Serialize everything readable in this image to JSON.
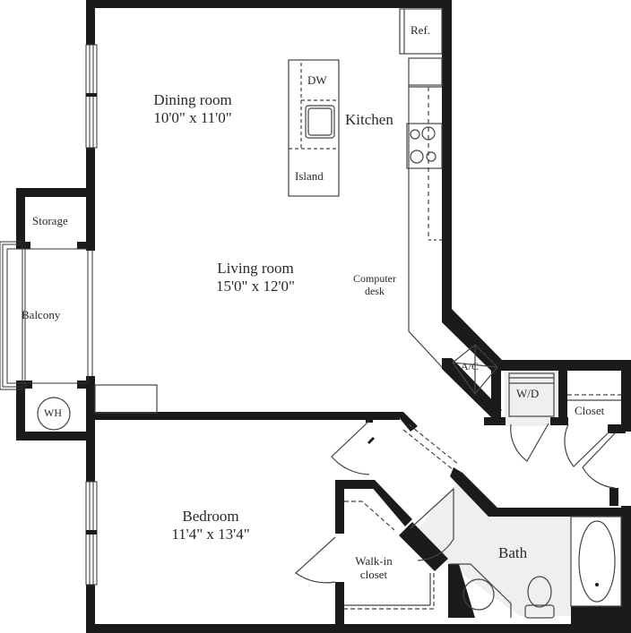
{
  "plan": {
    "colors": {
      "wall": "#1c1a1b",
      "fixture": "#444444",
      "wet_floor": "#efefef",
      "background": "#ffffff"
    },
    "rooms": {
      "dining": {
        "name": "Dining room",
        "dims": "10'0\" x 11'0\""
      },
      "living": {
        "name": "Living room",
        "dims": "15'0\" x 12'0\""
      },
      "bedroom": {
        "name": "Bedroom",
        "dims": "11'4\" x 13'4\""
      },
      "kitchen": {
        "name": "Kitchen"
      },
      "bath": {
        "name": "Bath"
      },
      "balcony": {
        "name": "Balcony"
      },
      "storage": {
        "name": "Storage"
      },
      "walkin": {
        "name_line1": "Walk-in",
        "name_line2": "closet"
      },
      "closet": {
        "name": "Closet"
      }
    },
    "fixtures": {
      "refrigerator": "Ref.",
      "dishwasher": "DW",
      "island": "Island",
      "computer_desk_line1": "Computer",
      "computer_desk_line2": "desk",
      "ac": "A/C",
      "washer_dryer": "W/D",
      "water_heater": "WH"
    }
  }
}
